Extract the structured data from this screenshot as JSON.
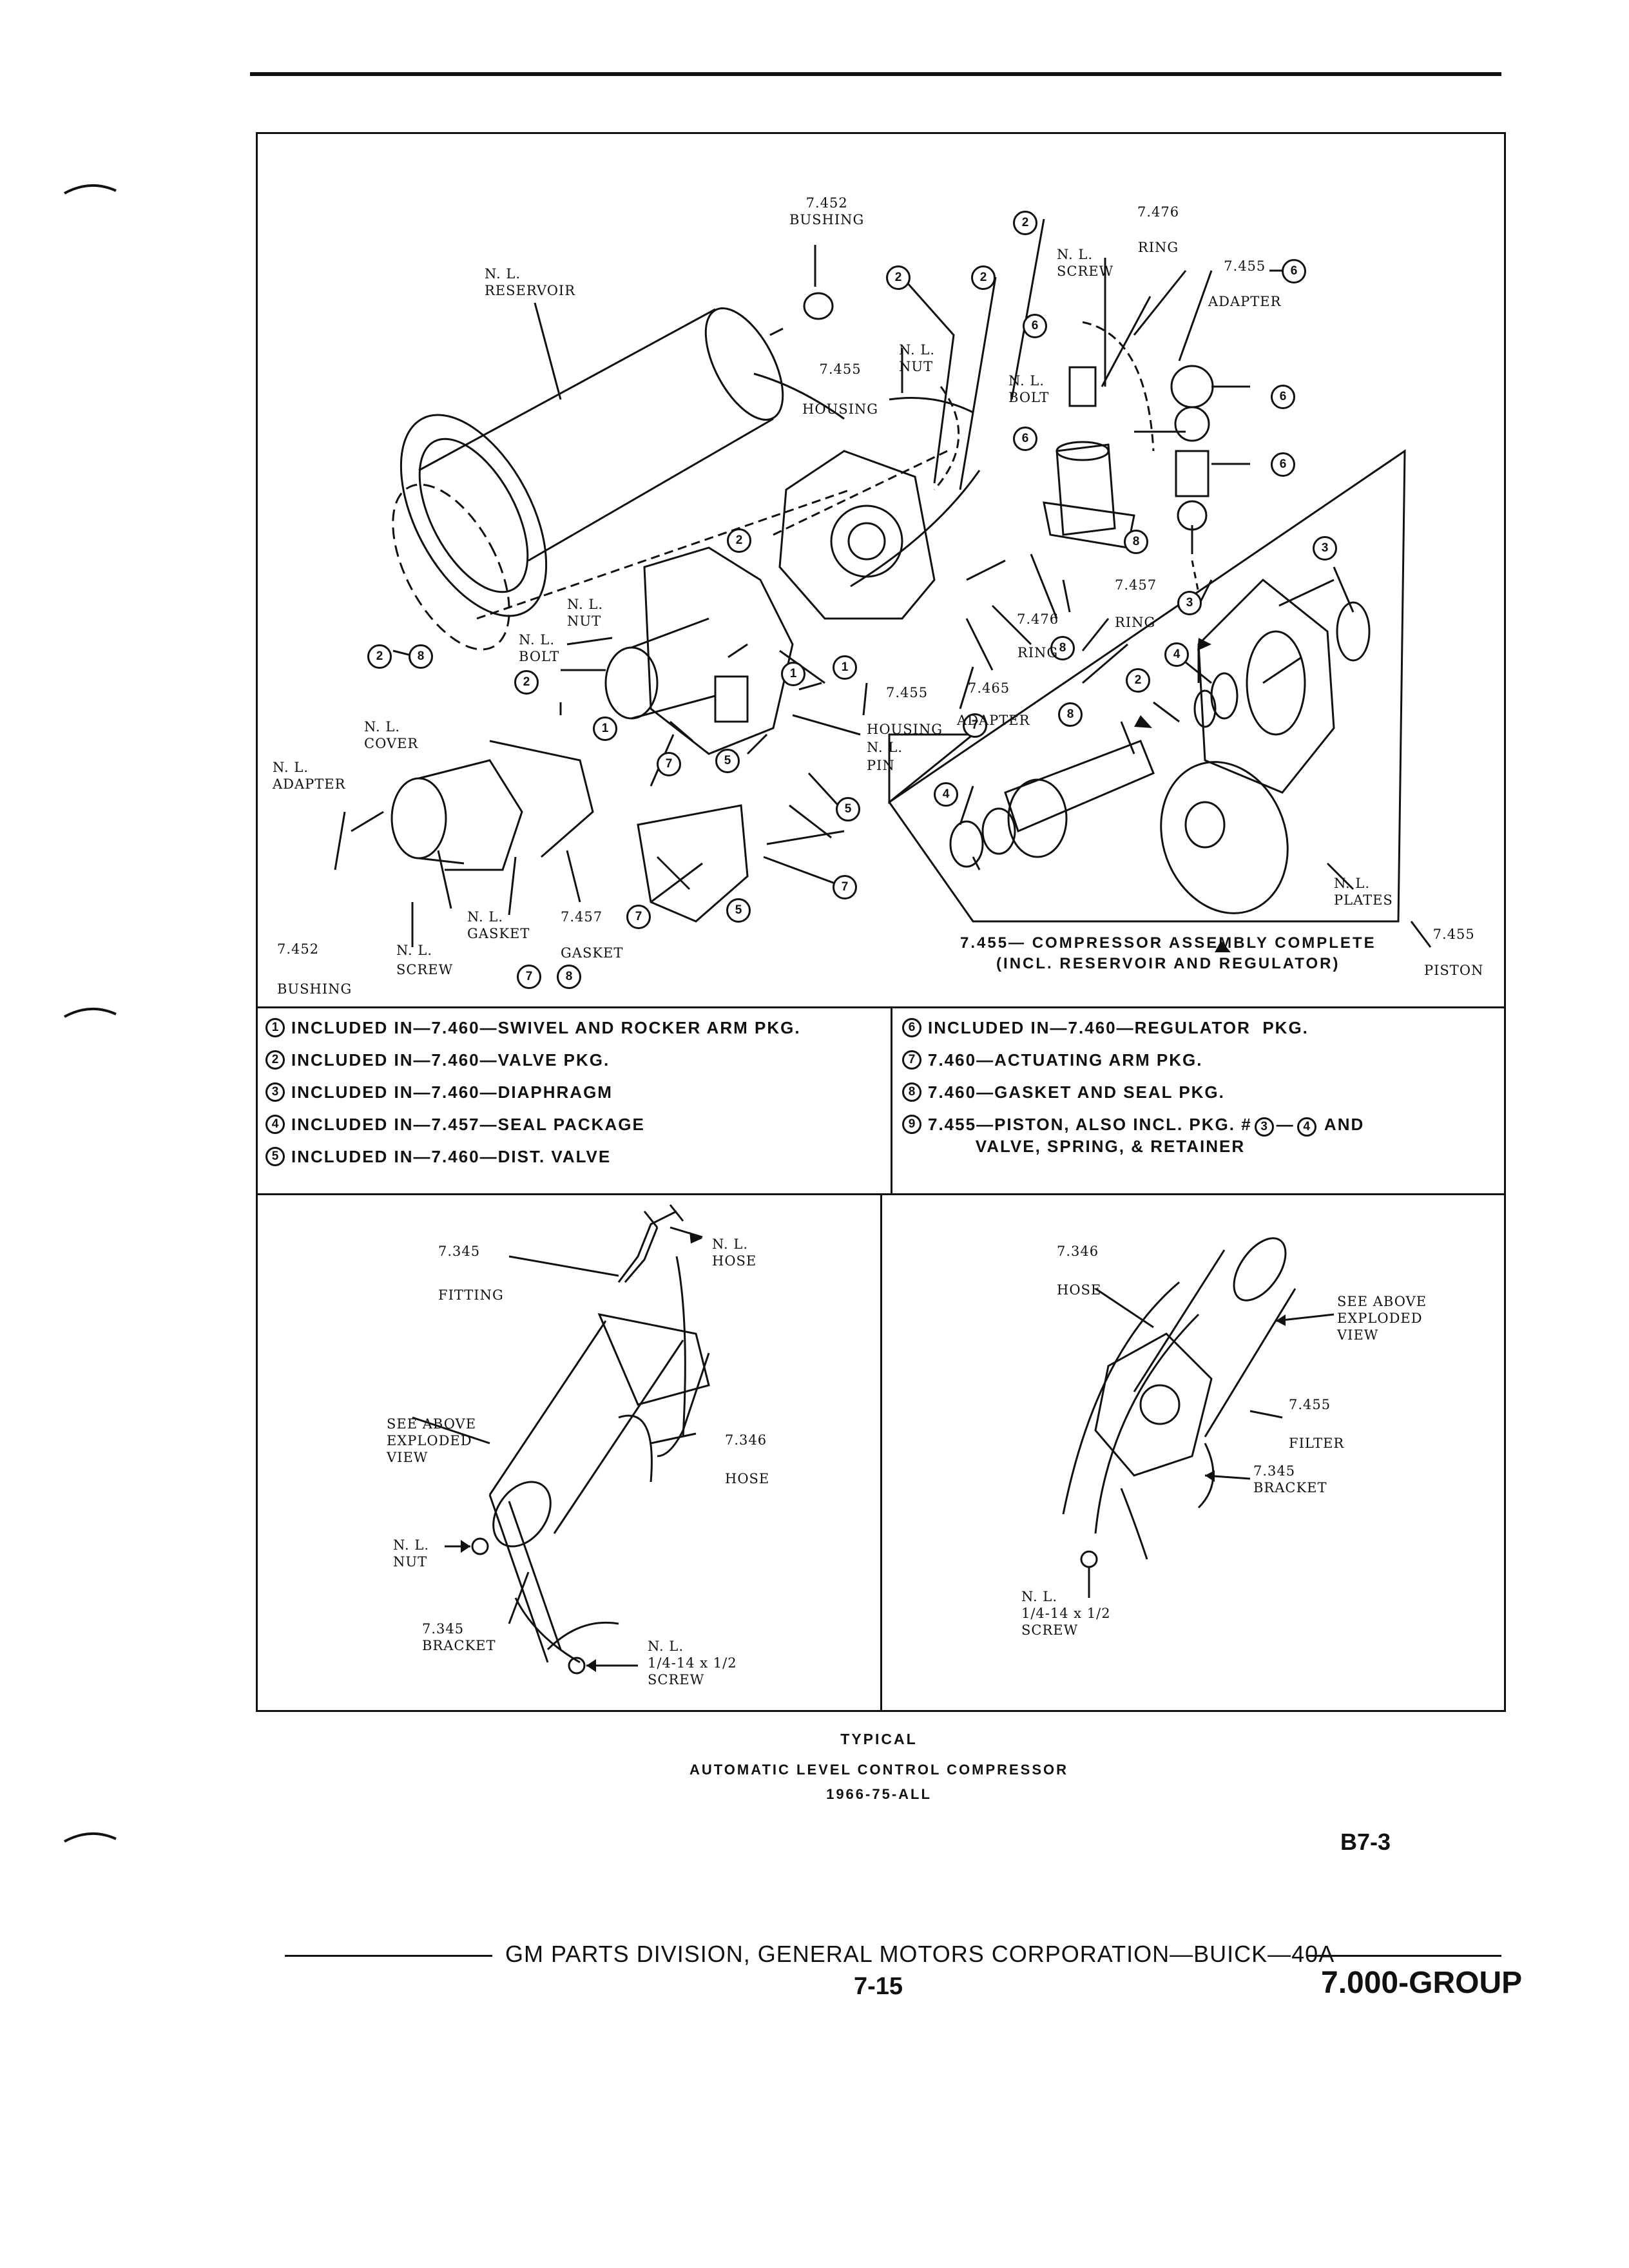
{
  "diagram": {
    "labels": {
      "bushing_top": "7.452\nBUSHING",
      "reservoir": "N. L.\nRESERVOIR",
      "housing_top": "7.455\nHOUSING",
      "nut_top": "N. L.\nNUT",
      "ring_top": "7.476\nRING",
      "screw_top": "N. L.\nSCREW",
      "adapter_top": "7.455\nADAPTER",
      "bolt_right": "N. L.\nBOLT",
      "nut_left": "N. L.\nNUT",
      "bolt_left": "N. L.\nBOLT",
      "ring_mid": "7.476\nRING",
      "ring_right": "RING",
      "housing_mid": "7.455",
      "housing_pin": "HOUSING\nN. L.\nPIN",
      "ref_7465": "7.465",
      "adapter_mid": "ADAPTER",
      "ring_7457": "7.457",
      "cover": "N. L.\nCOVER",
      "adapter_left": "N. L.\nADAPTER",
      "gasket_nl": "N. L.\nGASKET",
      "gasket_7457": "7.457\nGASKET",
      "bushing_bottom": "7.452\nBUSHING",
      "screw_bottom": "N. L.\nSCREW",
      "plates": "N. L.\nPLATES",
      "piston": "7.455\nPISTON",
      "assembly": "7.455— COMPRESSOR ASSEMBLY COMPLETE\n(INCL. RESERVOIR AND REGULATOR)"
    },
    "callouts": [
      "1",
      "2",
      "3",
      "4",
      "5",
      "6",
      "7",
      "8"
    ]
  },
  "legend": {
    "left": [
      {
        "num": "1",
        "text": "INCLUDED IN—7.460—SWIVEL AND ROCKER ARM PKG."
      },
      {
        "num": "2",
        "text": "INCLUDED IN—7.460—VALVE PKG."
      },
      {
        "num": "3",
        "text": "INCLUDED IN—7.460—DIAPHRAGM"
      },
      {
        "num": "4",
        "text": "INCLUDED IN—7.457—SEAL PACKAGE"
      },
      {
        "num": "5",
        "text": "INCLUDED IN—7.460—DIST. VALVE"
      }
    ],
    "right": [
      {
        "num": "6",
        "text": "INCLUDED IN—7.460—REGULATOR  PKG."
      },
      {
        "num": "7",
        "text": "7.460—ACTUATING ARM PKG."
      },
      {
        "num": "8",
        "text": "7.460—GASKET AND SEAL PKG."
      },
      {
        "num": "9",
        "text": "7.455—PISTON, ALSO INCL. PKG. # —  AND\n        VALVE, SPRING, & RETAINER",
        "inline_refs": [
          "3",
          "4"
        ]
      }
    ]
  },
  "installs": {
    "left": {
      "fitting": "7.345\nFITTING",
      "hose_top": "N. L.\nHOSE",
      "see_above": "SEE ABOVE\nEXPLODED\nVIEW",
      "hose": "7.346\nHOSE",
      "nut": "N. L.\nNUT",
      "bracket": "7.345\nBRACKET",
      "screw": "N. L.\n1/4-14 x 1/2\nSCREW"
    },
    "right": {
      "hose": "7.346\nHOSE",
      "see_above": "SEE ABOVE\nEXPLODED\nVIEW",
      "filter": "7.455\nFILTER",
      "bracket": "7.345\nBRACKET",
      "screw": "N. L.\n1/4-14 x 1/2\nSCREW"
    }
  },
  "caption": {
    "line1": "TYPICAL",
    "line2": "AUTOMATIC LEVEL CONTROL COMPRESSOR",
    "line3": "1966-75-ALL"
  },
  "page_code": "B7-3",
  "footer": {
    "publisher": "GM PARTS DIVISION, GENERAL MOTORS CORPORATION—BUICK—40A",
    "page_number": "7-15",
    "group": "7.000-GROUP"
  }
}
